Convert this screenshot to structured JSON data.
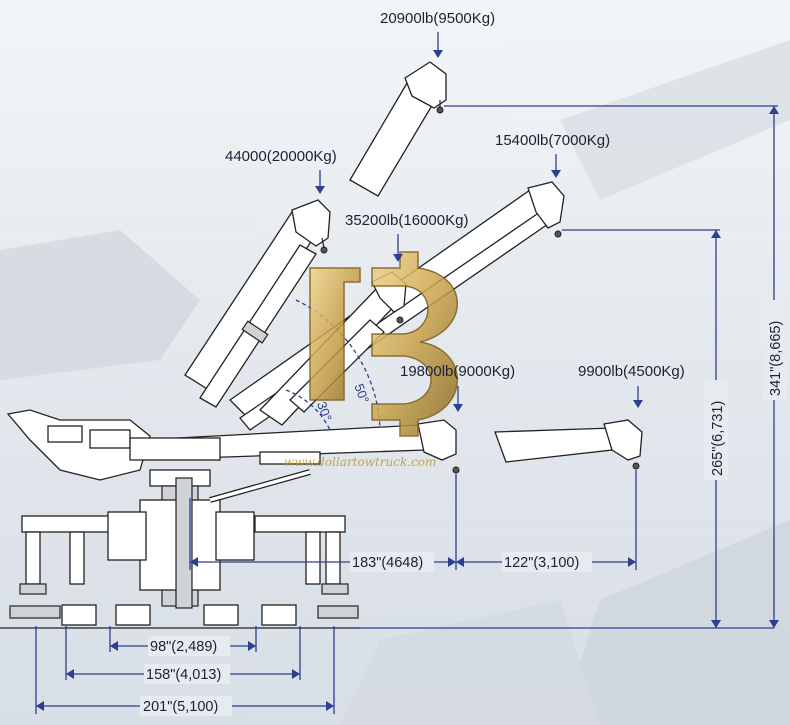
{
  "loads": {
    "l1": "20900lb(9500Kg)",
    "l2": "44000(20000Kg)",
    "l3": "15400lb(7000Kg)",
    "l4": "35200lb(16000Kg)",
    "l5": "19800lb(9000Kg)",
    "l6": "9900lb(4500Kg)"
  },
  "angles": {
    "a1": "50°",
    "a2": "30°"
  },
  "dimensions": {
    "d183": "183\"(4648)",
    "d122": "122\"(3,100)",
    "d98": "98\"(2,489)",
    "d158": "158\"(4,013)",
    "d201": "201\"(5,100)",
    "d265": "265\"(6,731)",
    "d341": "341\"(8,665)"
  },
  "watermark": {
    "text": "www.dollartowtruck.com"
  },
  "colors": {
    "dimension_line": "#2d3f8f",
    "logo_gold": "#c9a24a",
    "background": "#e6ebf0"
  }
}
